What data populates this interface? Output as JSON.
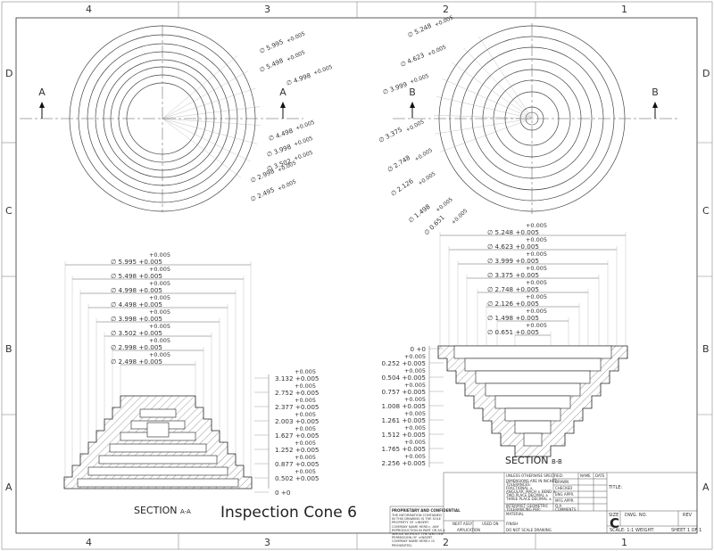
{
  "drawing_title": "Inspection Cone 6",
  "zone_columns": [
    "4",
    "3",
    "2",
    "1"
  ],
  "zone_rows": [
    "D",
    "C",
    "B",
    "A"
  ],
  "section_a": {
    "arrow_label": "A",
    "label": "SECTION",
    "sub": "A-A"
  },
  "section_b": {
    "arrow_label": "B",
    "label": "SECTION",
    "sub": "B-B"
  },
  "tol": "+0.005",
  "plan_a_callouts": [
    {
      "text": "∅ 5.995 +0.005"
    },
    {
      "text": "∅ 5.498 +0.005"
    },
    {
      "text": "∅ 4.998 +0.005"
    },
    {
      "text": "∅ 4.498 +0.005"
    },
    {
      "text": "∅ 3.998 +0.005"
    },
    {
      "text": "∅ 3.502 +0.005"
    },
    {
      "text": "∅ 2.998 +0.005"
    },
    {
      "text": "∅ 2.495 +0.005"
    }
  ],
  "plan_b_callouts": [
    {
      "text": "∅ 5.248 +0.005"
    },
    {
      "text": "∅ 4.623 +0.005"
    },
    {
      "text": "∅ 3.999 +0.005"
    },
    {
      "text": "∅ 3.375 +0.005"
    },
    {
      "text": "∅ 2.748 +0.005"
    },
    {
      "text": "∅ 2.126 +0.005"
    },
    {
      "text": "∅ 1.498 +0.005"
    },
    {
      "text": "∅ 0.651 +0.005"
    }
  ],
  "section_a_diameters": [
    "∅ 5.995 +0.005",
    "∅ 5.498 +0.005",
    "∅ 4.998 +0.005",
    "∅ 4.498 +0.005",
    "∅ 3.998 +0.005",
    "∅ 3.502 +0.005",
    "∅ 2.998 +0.005",
    "∅ 2.498 +0.005"
  ],
  "section_a_heights": [
    "3.132 +0.005",
    "2.752 +0.005",
    "2.377 +0.005",
    "2.003 +0.005",
    "1.627 +0.005",
    "1.252 +0.005",
    "0.877 +0.005",
    "0.502 +0.005",
    "0 +0"
  ],
  "section_b_diameters": [
    "∅ 5.248 +0.005",
    "∅ 4.623 +0.005",
    "∅ 3.999 +0.005",
    "∅ 3.375 +0.005",
    "∅ 2.748 +0.005",
    "∅ 2.126 +0.005",
    "∅ 1.498 +0.005",
    "∅ 0.651 +0.005"
  ],
  "section_b_depths": [
    "0 +0",
    "0.252 +0.005",
    "0.504 +0.005",
    "0.757 +0.005",
    "1.008 +0.005",
    "1.261 +0.005",
    "1.512 +0.005",
    "1.765 +0.005",
    "2.256 +0.005"
  ],
  "title_block": {
    "unless": "UNLESS OTHERWISE SPECIFIED:",
    "dims": "DIMENSIONS ARE IN INCHES",
    "tolerances": "TOLERANCES:",
    "fractional": "FRACTIONAL ±",
    "angular": "ANGULAR: MACH ±  BEND ±",
    "two_place": "TWO PLACE DECIMAL  ±",
    "three_place": "THREE PLACE DECIMAL  ±",
    "interpret": "INTERPRET GEOMETRIC",
    "tolerancing": "TOLERANCING PER:",
    "material": "MATERIAL",
    "finish": "FINISH",
    "name_col": "NAME",
    "date_col": "DATE",
    "drawn": "DRAWN",
    "checked": "CHECKED",
    "eng_appr": "ENG APPR.",
    "mfg_appr": "MFG APPR.",
    "qa": "Q.A.",
    "comments": "COMMENTS:",
    "title_label": "TITLE:",
    "size_label": "SIZE",
    "dwg_label": "DWG.  NO.",
    "rev_label": "REV",
    "size_value": "C",
    "scale": "SCALE: 1:1",
    "weight": "WEIGHT:",
    "sheet": "SHEET 1 OF 1",
    "next_assy": "NEXT ASSY",
    "used_on": "USED ON",
    "application": "APPLICATION",
    "do_not_scale": "DO NOT SCALE DRAWING",
    "proprietary": "PROPRIETARY AND CONFIDENTIAL",
    "proprietary_body": "THE INFORMATION CONTAINED IN THIS DRAWING IS THE SOLE PROPERTY OF <INSERT COMPANY NAME HERE>. ANY REPRODUCTION IN PART OR AS A WHOLE WITHOUT THE WRITTEN PERMISSION OF <INSERT COMPANY NAME HERE> IS PROHIBITED."
  }
}
